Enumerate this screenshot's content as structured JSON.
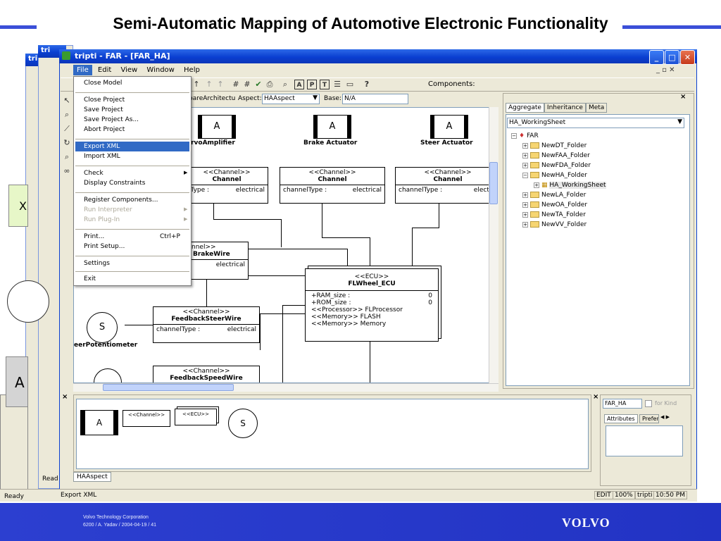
{
  "slide": {
    "title": "Semi-Automatic Mapping of Automotive Electronic Functionality",
    "footer_line1": "Volvo Technology Corporation",
    "footer_line2": "6200 / A. Yadav / 2004-04-19 / 41",
    "brand": "VOLVO"
  },
  "window": {
    "title": "tripti - FAR - [FAR_HA]",
    "bg_title_fragment": "tri",
    "menu": [
      "File",
      "Edit",
      "View",
      "Window",
      "Help"
    ],
    "components_label": "Components:",
    "aspect_tab_fragment": "pareArchitectu",
    "aspect_label": "Aspect:",
    "aspect_value": "HAAspect",
    "base_label": "Base:",
    "base_value": "N/A"
  },
  "file_menu": {
    "items": [
      {
        "label": "Close Model",
        "shortcut": "",
        "disabled": false
      },
      {
        "label": "Close Project",
        "shortcut": "",
        "disabled": false
      },
      {
        "label": "Save Project",
        "shortcut": "",
        "disabled": false
      },
      {
        "label": "Save Project As...",
        "shortcut": "",
        "disabled": false
      },
      {
        "label": "Abort Project",
        "shortcut": "",
        "disabled": false
      },
      {
        "label": "Export XML",
        "shortcut": "",
        "disabled": false,
        "highlighted": true
      },
      {
        "label": "Import XML",
        "shortcut": "",
        "disabled": false
      },
      {
        "label": "Check",
        "shortcut": "",
        "disabled": false,
        "submenu": true
      },
      {
        "label": "Display Constraints",
        "shortcut": "",
        "disabled": false
      },
      {
        "label": "Register Components...",
        "shortcut": "",
        "disabled": false
      },
      {
        "label": "Run Interpreter",
        "shortcut": "",
        "disabled": true,
        "submenu": true
      },
      {
        "label": "Run Plug-In",
        "shortcut": "",
        "disabled": true,
        "submenu": true
      },
      {
        "label": "Print...",
        "shortcut": "Ctrl+P",
        "disabled": false
      },
      {
        "label": "Print Setup...",
        "shortcut": "",
        "disabled": false
      },
      {
        "label": "Settings",
        "shortcut": "",
        "disabled": false
      },
      {
        "label": "Exit",
        "shortcut": "",
        "disabled": false
      }
    ]
  },
  "diagram": {
    "actuators": [
      {
        "letter": "A",
        "name": "ervoAmplifier"
      },
      {
        "letter": "A",
        "name": "Brake Actuator"
      },
      {
        "letter": "A",
        "name": "Steer Actuator"
      }
    ],
    "channels": [
      {
        "stereotype": "<<Channel>>",
        "name": "Channel",
        "attr_label": "lType :",
        "attr_value": "electrical"
      },
      {
        "stereotype": "<<Channel>>",
        "name": "Channel",
        "attr_label": "channelType :",
        "attr_value": "electrical"
      },
      {
        "stereotype": "<<Channel>>",
        "name": "Channel",
        "attr_label": "channelType :",
        "attr_value": "electric"
      }
    ],
    "brakewire": {
      "stereotype": "nnel>>",
      "name": "BrakeWire",
      "attr_value": "electrical"
    },
    "ecu": {
      "stereotype": "<<ECU>>",
      "name": "FLWheel_ECU",
      "attrs": [
        {
          "label": "+RAM_size :",
          "value": "0"
        },
        {
          "label": "+ROM_size :",
          "value": "0"
        },
        {
          "label": "<<Processor>> FLProcessor",
          "value": ""
        },
        {
          "label": "<<Memory>> FLASH",
          "value": ""
        },
        {
          "label": "<<Memory>> Memory",
          "value": ""
        }
      ]
    },
    "sensor": {
      "letter": "S",
      "name": "eerPotentiometer"
    },
    "feedback_steer": {
      "stereotype": "<<Channel>>",
      "name": "FeedbackSteerWire",
      "attr_label": "channelType :",
      "attr_value": "electrical"
    },
    "feedback_speed": {
      "stereotype": "<<Channel>>",
      "name": "FeedbackSpeedWire"
    }
  },
  "browser": {
    "tabs": [
      "Aggregate",
      "Inheritance",
      "Meta"
    ],
    "combo_value": "HA_WorkingSheet",
    "root": "FAR",
    "folders": [
      "NewDT_Folder",
      "NewFAA_Folder",
      "NewFDA_Folder",
      "NewHA_Folder",
      "HA_WorkingSheet",
      "NewLA_Folder",
      "NewOA_Folder",
      "NewTA_Folder",
      "NewVV_Folder"
    ]
  },
  "parts": {
    "items": [
      "A",
      "<<Channel>>",
      "<<ECU>>",
      "S"
    ],
    "tab": "HAAspect"
  },
  "attributes_panel": {
    "name_value": "FAR_HA",
    "for_kind": "for Kind",
    "tabs": [
      "Attributes",
      "Prefere"
    ]
  },
  "status": {
    "left": "Ready",
    "message": "Export XML",
    "mode": "EDIT",
    "zoom": "100%",
    "user": "tripti",
    "time": "10:50 PM",
    "bg_ready": "Read"
  },
  "side_fragments": {
    "left_box_letter": "A",
    "left_x": "X"
  },
  "colors": {
    "title_rule": "#3b4fd8",
    "footer_bg": "#2233c4",
    "xp_titlebar": "#0a3fd1",
    "menu_highlight": "#316ac5"
  }
}
